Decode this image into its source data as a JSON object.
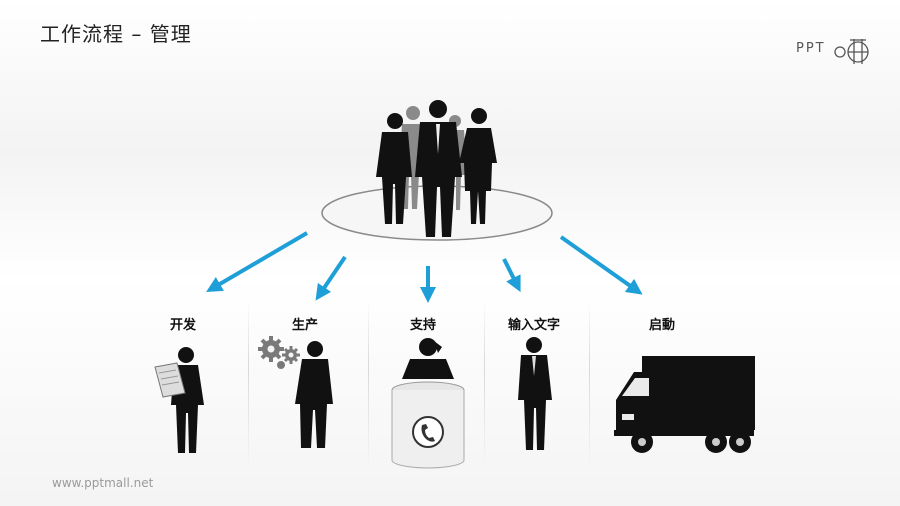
{
  "header": {
    "title": "工作流程 – 管理"
  },
  "logo": {
    "text": "PPT"
  },
  "footer": {
    "url": "www.pptmall.net"
  },
  "steps": [
    {
      "label": "开发",
      "icon": "man-reading-document-icon"
    },
    {
      "label": "生产",
      "icon": "man-with-gears-icon"
    },
    {
      "label": "支持",
      "icon": "woman-on-phone-icon"
    },
    {
      "label": "输入文字",
      "icon": "businessman-icon"
    },
    {
      "label": "启動",
      "icon": "delivery-truck-icon"
    }
  ],
  "colors": {
    "arrow": "#1e9fd8",
    "silhouette": "#111111",
    "gear": "#7a7a7a"
  }
}
